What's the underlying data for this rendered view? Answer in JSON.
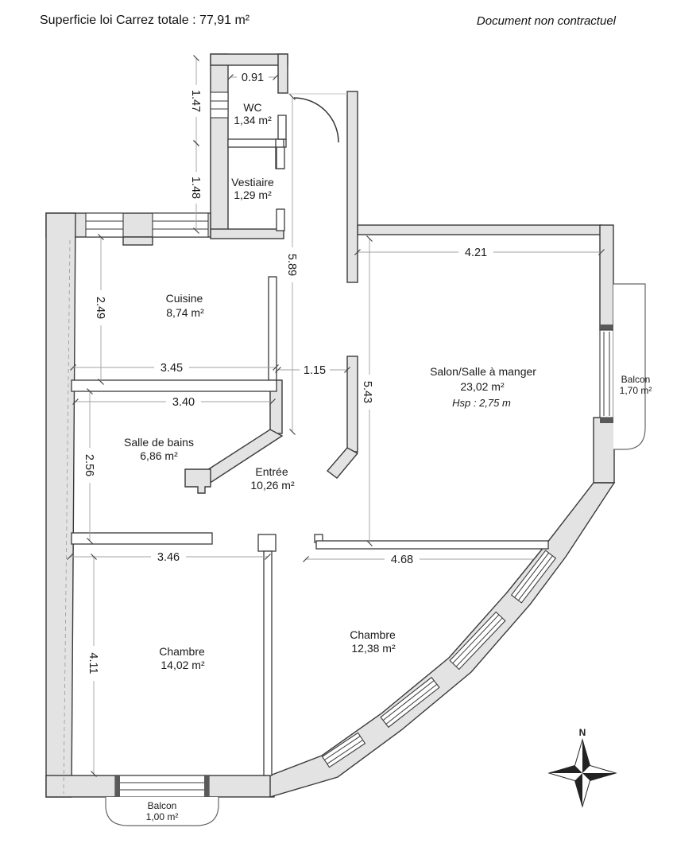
{
  "header": {
    "title": "Superficie loi Carrez totale : 77,91 m²",
    "note": "Document non contractuel"
  },
  "rooms": {
    "wc": {
      "name": "WC",
      "area": "1,34 m²"
    },
    "vestiaire": {
      "name": "Vestiaire",
      "area": "1,29 m²"
    },
    "cuisine": {
      "name": "Cuisine",
      "area": "8,74 m²"
    },
    "salle_de_bains": {
      "name": "Salle de bains",
      "area": "6,86 m²"
    },
    "entree": {
      "name": "Entrée",
      "area": "10,26 m²"
    },
    "salon": {
      "name": "Salon/Salle à manger",
      "area": "23,02 m²",
      "hsp": "Hsp : 2,75 m"
    },
    "chambre_1": {
      "name": "Chambre",
      "area": "14,02 m²"
    },
    "chambre_2": {
      "name": "Chambre",
      "area": "12,38 m²"
    },
    "balcon_cote": {
      "name": "Balcon",
      "area": "1,70 m²"
    },
    "balcon_bas": {
      "name": "Balcon",
      "area": "1,00 m²"
    }
  },
  "dims": {
    "wc_width": "0.91",
    "annexe_haut": "1.47",
    "annexe_bas": "1.48",
    "couloir": "5.89",
    "cuisine_l": "2.49",
    "cuisine_w": "3.45",
    "passage": "1.15",
    "salon_w": "4.21",
    "salon_l": "5.43",
    "sdb_w": "3.40",
    "sdb_l": "2.56",
    "ch1_w": "3.46",
    "ch1_l": "4.11",
    "ch2_w": "4.68"
  },
  "compass": {
    "north": "N"
  },
  "colors": {
    "wall_fill": "#e3e3e3",
    "wall_stroke": "#3a3a3a",
    "partition_fill": "#ffffff",
    "dim_line": "#a0a0a0",
    "text": "#1b1b1b"
  }
}
